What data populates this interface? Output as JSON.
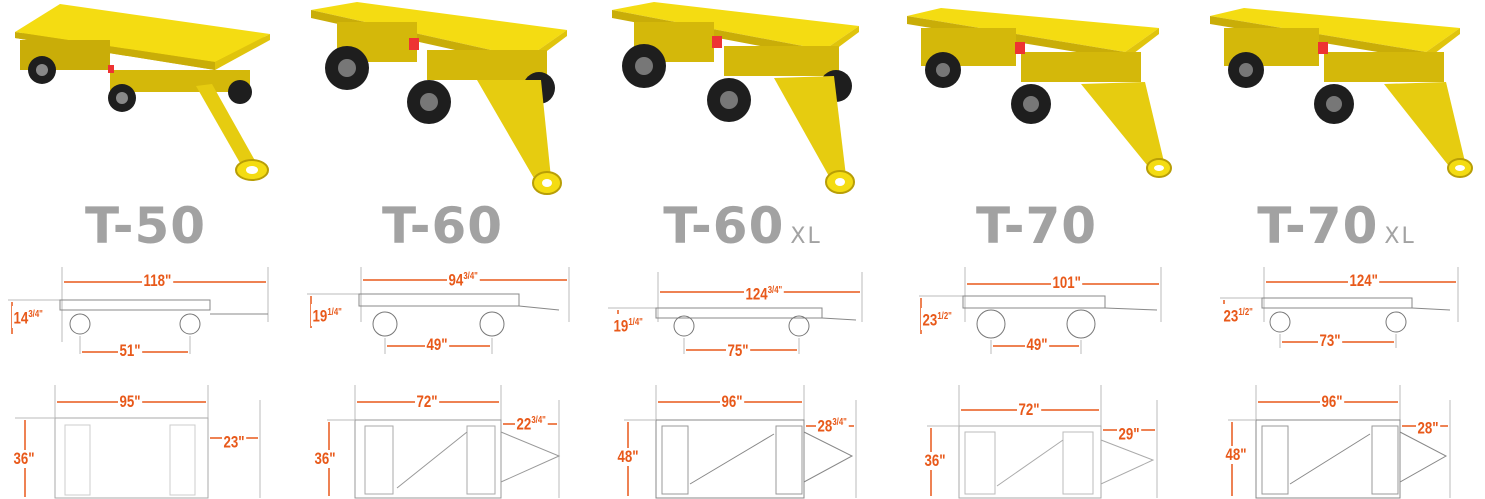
{
  "colors": {
    "cart_yellow": "#f4dc12",
    "cart_shade": "#d4b80a",
    "dimension_orange": "#e8591a",
    "model_gray": "#a2a2a2",
    "tire": "#1e1e1e"
  },
  "models": [
    {
      "name": "T-50",
      "suffix": "",
      "side_length": "118\"",
      "side_height": "14",
      "side_height_frac": "3/4\"",
      "wheelbase": "51\"",
      "top_length": "95\"",
      "top_width": "36\"",
      "tongue": "23\"",
      "tongue_frac": ""
    },
    {
      "name": "T-60",
      "suffix": "",
      "side_length": "94",
      "side_length_frac": "3/4\"",
      "side_height": "19",
      "side_height_frac": "1/4\"",
      "wheelbase": "49\"",
      "top_length": "72\"",
      "top_width": "36\"",
      "tongue": "22",
      "tongue_frac": "3/4\""
    },
    {
      "name": "T-60",
      "suffix": "XL",
      "side_length": "124",
      "side_length_frac": "3/4\"",
      "side_height": "19",
      "side_height_frac": "1/4\"",
      "wheelbase": "75\"",
      "top_length": "96\"",
      "top_width": "48\"",
      "tongue": "28",
      "tongue_frac": "3/4\""
    },
    {
      "name": "T-70",
      "suffix": "",
      "side_length": "101\"",
      "side_height": "23",
      "side_height_frac": "1/2\"",
      "wheelbase": "49\"",
      "top_length": "72\"",
      "top_width": "36\"",
      "tongue": "29\"",
      "tongue_frac": ""
    },
    {
      "name": "T-70",
      "suffix": "XL",
      "side_length": "124\"",
      "side_height": "23",
      "side_height_frac": "1/2\"",
      "wheelbase": "73\"",
      "top_length": "96\"",
      "top_width": "48\"",
      "tongue": "28\"",
      "tongue_frac": ""
    }
  ]
}
